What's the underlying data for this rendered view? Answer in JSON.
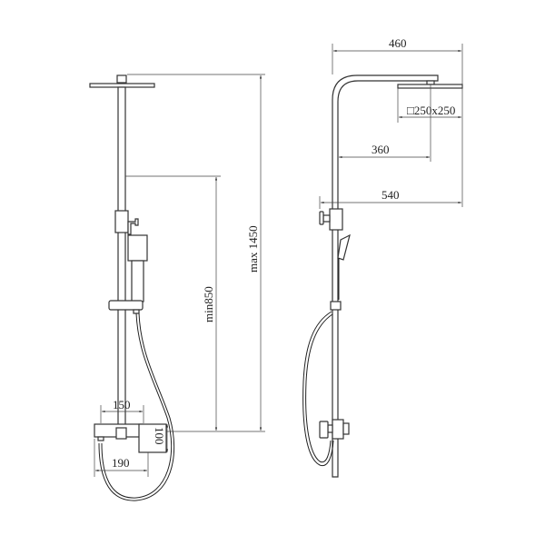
{
  "drawing": {
    "front_view": {
      "dimensions": {
        "max_height": "max 1450",
        "min_height": "min850",
        "mixer_spacing": "150",
        "mixer_depth": "100",
        "mixer_width": "190"
      }
    },
    "side_view": {
      "dimensions": {
        "arm_span": "460",
        "head_size": "□250x250",
        "arm_reach": "360",
        "total_reach": "540"
      }
    }
  },
  "colors": {
    "line": "#222222",
    "background": "#ffffff"
  }
}
